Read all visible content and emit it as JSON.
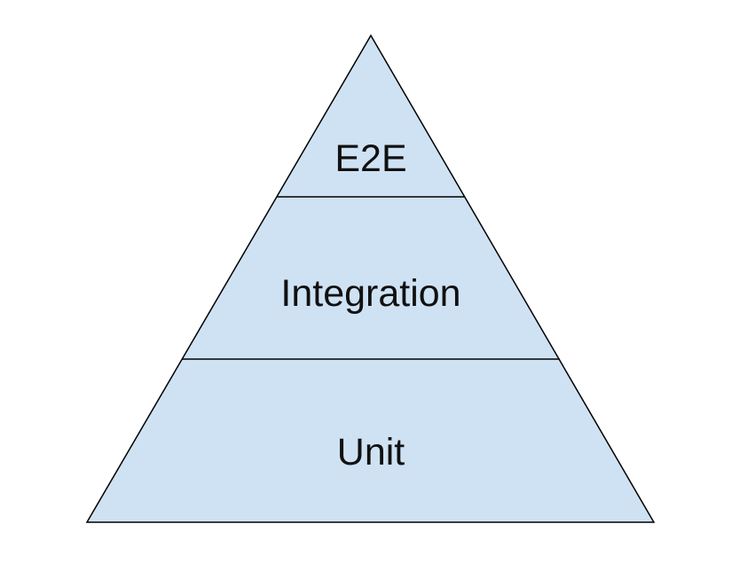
{
  "diagram": {
    "tiers": [
      {
        "label": "E2E"
      },
      {
        "label": "Integration"
      },
      {
        "label": "Unit"
      }
    ],
    "fill_color": "#cfe2f3",
    "stroke_color": "#000000"
  }
}
